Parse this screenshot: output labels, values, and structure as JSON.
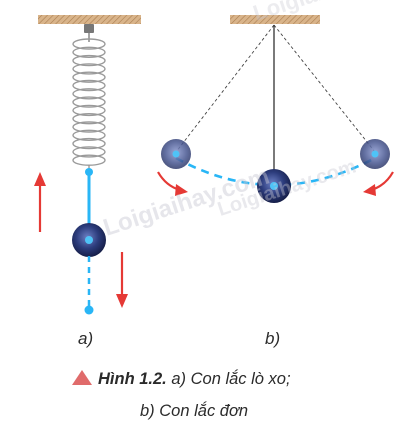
{
  "panels": {
    "a_label": "a)",
    "b_label": "b)"
  },
  "caption": {
    "figure_number": "Hình 1.2.",
    "line1": " a) Con lắc lò xo;",
    "line2": "b) Con lắc đơn"
  },
  "watermarks": [
    "Loigiaihay.com",
    "Loigiaihay.com",
    "Loigiaihay.com"
  ],
  "colors": {
    "ceiling": "#c9a27a",
    "bob_dark": "#1e2c5e",
    "bob_light": "#5b6fb0",
    "bob_highlight": "#4fc3f7",
    "trajectory": "#29b6f6",
    "arrow": "#e53935",
    "caption_marker": "#e06b6b"
  }
}
